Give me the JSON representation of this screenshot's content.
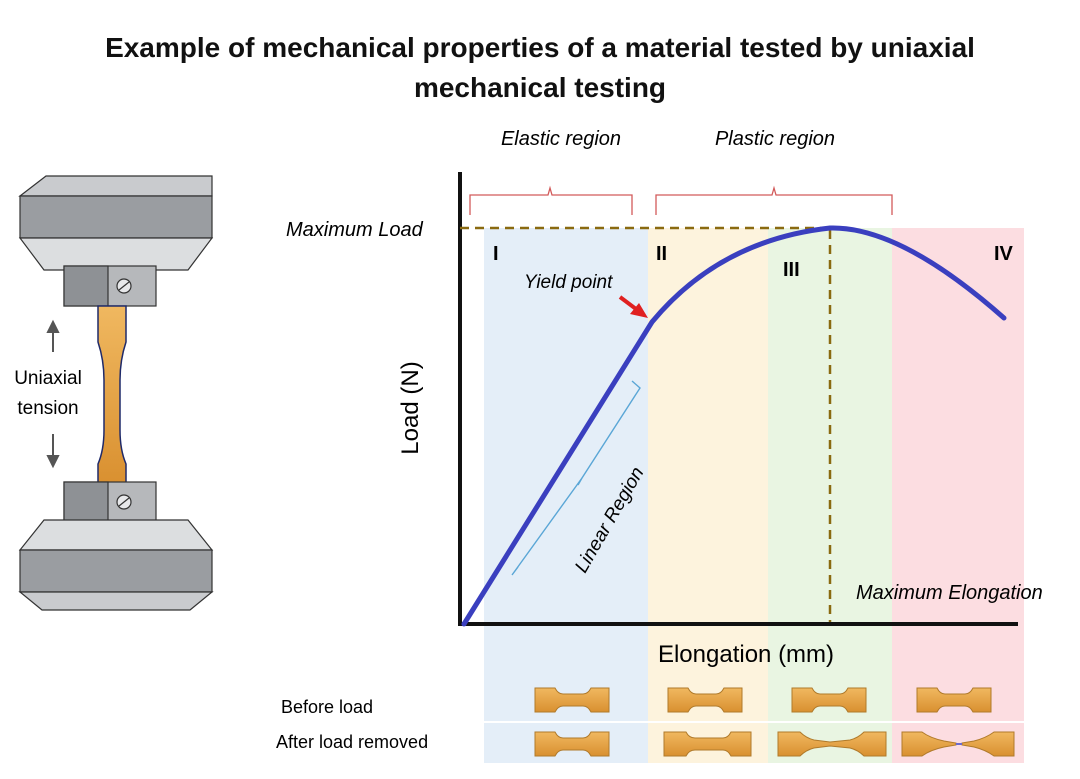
{
  "title": {
    "line1": "Example of mechanical properties of a material tested by uniaxial",
    "line2": "mechanical testing"
  },
  "regions": {
    "elastic": "Elastic region",
    "plastic": "Plastic region"
  },
  "stages": [
    "I",
    "II",
    "III",
    "IV"
  ],
  "labels": {
    "max_load": "Maximum Load",
    "yield_point": "Yield point",
    "linear_region": "Linear Region",
    "max_elongation": "Maximum Elongation",
    "y_axis": "Load (N)",
    "x_axis": "Elongation (mm)",
    "uniaxial": "Uniaxial",
    "tension": "tension",
    "before_load": "Before load",
    "after_load": "After load removed"
  },
  "colors": {
    "curve": "#3a3fbf",
    "stage_I": "#dbe8f6",
    "stage_II": "#fdf1d7",
    "stage_III": "#e5f3dd",
    "stage_IV": "#fbd7dc",
    "specimen": "#e8a84a",
    "bracket": "#d25a5a",
    "dashed": "#8a6a10",
    "yield_arrow": "#e02020"
  }
}
